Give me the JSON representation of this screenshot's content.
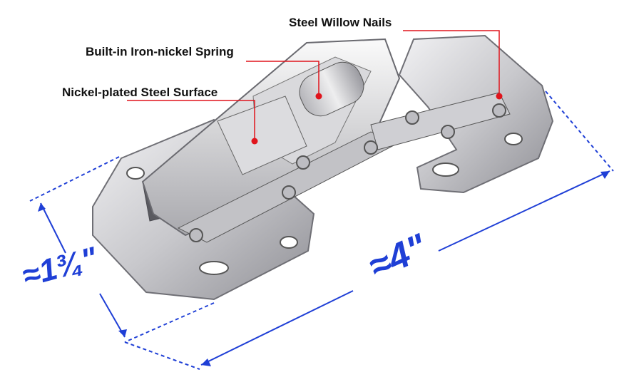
{
  "labels": {
    "nails": "Steel Willow Nails",
    "spring": "Built-in Iron-nickel Spring",
    "surface": "Nickel-plated Steel Surface"
  },
  "dimensions": {
    "width": "≈4\"",
    "height": "≈1¾\""
  },
  "colors": {
    "callout_line": "#e0141c",
    "dimension": "#1f3fd6",
    "metal": "#c9c9cc"
  }
}
